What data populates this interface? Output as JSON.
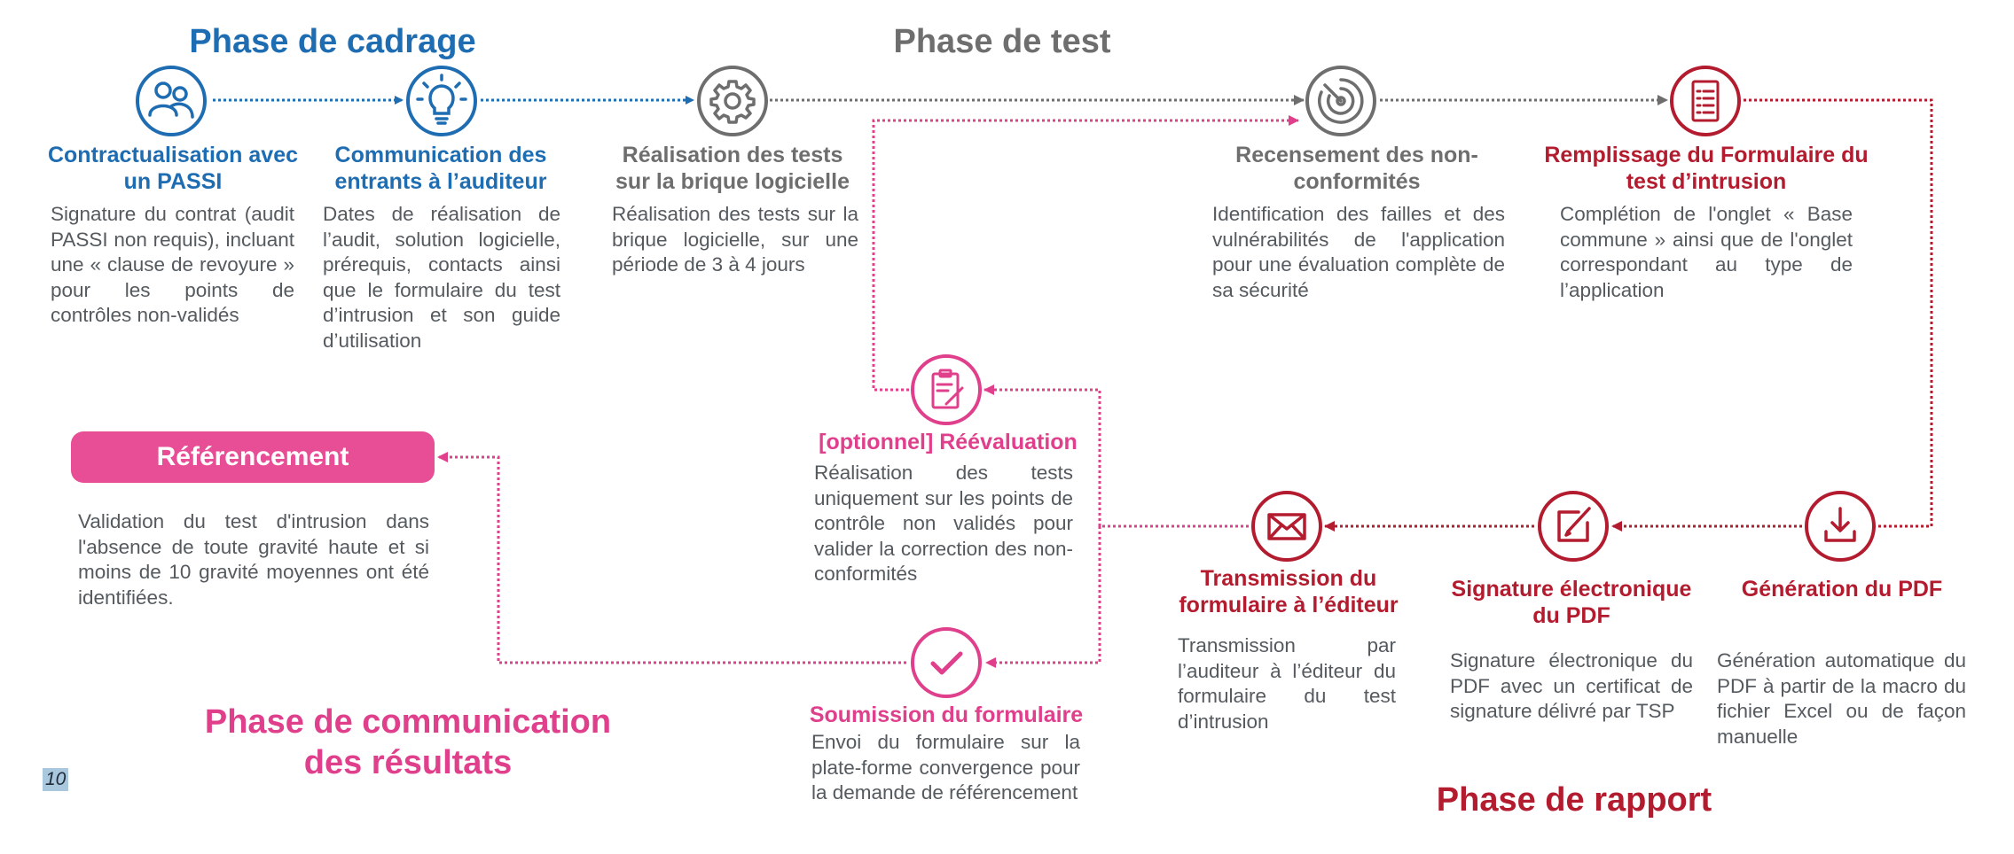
{
  "colors": {
    "blue": "#1e6cb1",
    "grey": "#6e6e6e",
    "red": "#b31b2e",
    "pink": "#e03f8c",
    "text": "#555a5f"
  },
  "phases": {
    "cadrage": "Phase de cadrage",
    "test": "Phase de test",
    "rapport": "Phase de rapport",
    "communication": "Phase de communication des résultats"
  },
  "steps": {
    "contractualisation": {
      "icon": "people-icon",
      "title": "Contractualisation avec un PASSI",
      "desc": "Signature du contrat (audit PASSI non requis), incluant une « clause de revoyure » pour les points de contrôles non-validés"
    },
    "communication_entrants": {
      "icon": "lightbulb-icon",
      "title": "Communication des entrants à l’auditeur",
      "desc": "Dates de réalisation de l’audit, solution logicielle, prérequis, contacts ainsi que le formulaire du test d’intrusion et son guide d’utilisation"
    },
    "realisation_tests": {
      "icon": "gear-icon",
      "title": "Réalisation des tests sur la brique logicielle",
      "desc": "Réalisation des tests sur la brique logicielle, sur une période de 3 à 4 jours"
    },
    "recensement": {
      "icon": "target-icon",
      "title": "Recensement des non-conformités",
      "desc": "Identification des failles et des vulnérabilités de l'application pour une évaluation complète de sa sécurité"
    },
    "remplissage": {
      "icon": "checklist-icon",
      "title": "Remplissage du Formulaire du test d’intrusion",
      "desc": "Complétion de l'onglet « Base commune » ainsi que de l'onglet correspondant au type de l’application"
    },
    "generation_pdf": {
      "icon": "download-icon",
      "title": "Génération du PDF",
      "desc": "Génération automatique du PDF à partir de la macro du fichier Excel ou de façon manuelle"
    },
    "signature": {
      "icon": "sign-icon",
      "title": "Signature électronique du PDF",
      "desc": "Signature électronique du PDF avec un certificat de signature délivré par TSP"
    },
    "transmission": {
      "icon": "envelope-icon",
      "title": "Transmission du formulaire à l’éditeur",
      "desc": "Transmission par l’auditeur à l’éditeur du formulaire du test d’intrusion"
    },
    "reevaluation": {
      "icon": "clipboard-pen-icon",
      "title": "[optionnel] Réévaluation",
      "desc": "Réalisation des tests uniquement sur les points de contrôle non validés pour valider la correction des non-conformités"
    },
    "soumission": {
      "icon": "checkmark-icon",
      "title": "Soumission du formulaire",
      "desc": "Envoi du formulaire sur la plate-forme convergence pour la demande de référencement"
    }
  },
  "referencement": {
    "label": "Référencement",
    "desc": "Validation du test d'intrusion dans l'absence de toute gravité haute et si moins de 10 gravité moyennes ont été identifiées."
  },
  "page_number": "10"
}
